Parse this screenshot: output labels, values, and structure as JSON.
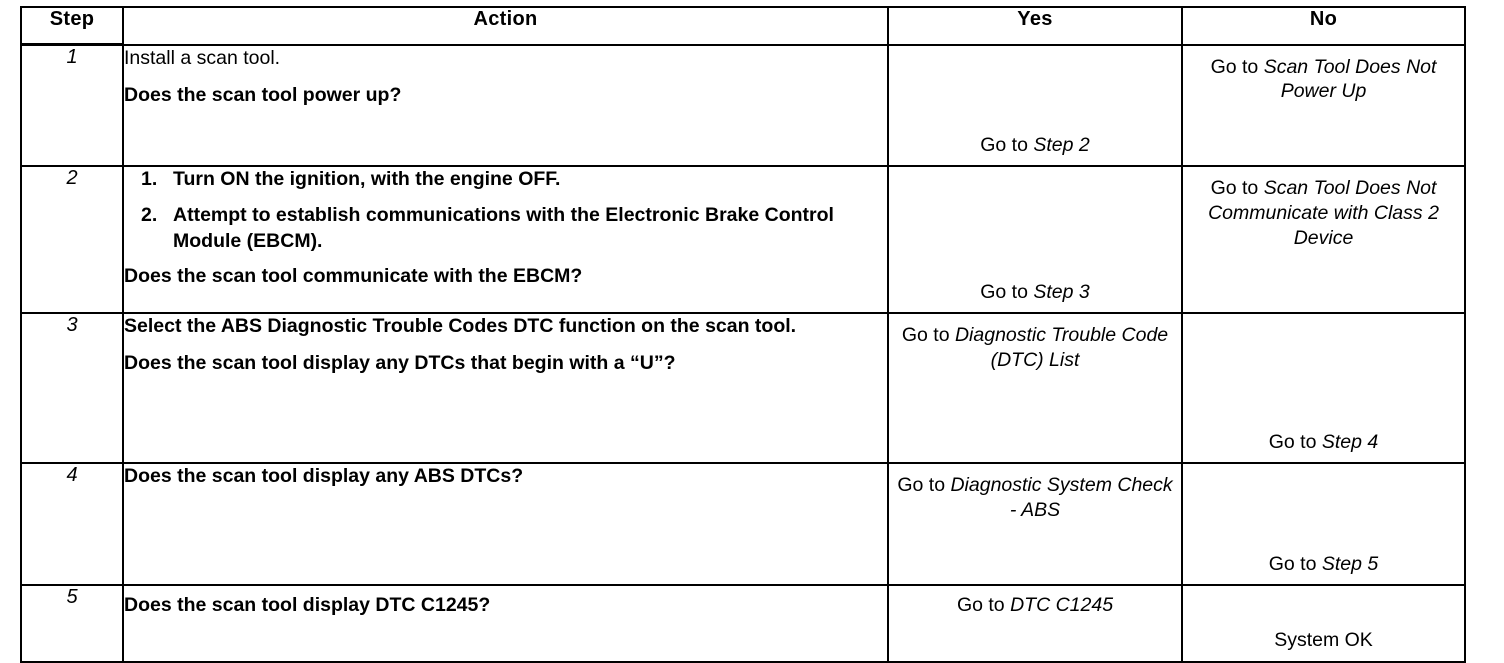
{
  "table": {
    "headers": {
      "step": "Step",
      "action": "Action",
      "yes": "Yes",
      "no": "No"
    },
    "rows": [
      {
        "step": "1",
        "action": {
          "paragraphs": [
            "Install a scan tool.",
            "Does the scan tool power up?"
          ],
          "list": []
        },
        "yes": {
          "top": "",
          "bottom_prefix": "Go to ",
          "bottom_ref": "Step 2"
        },
        "no": {
          "top_prefix": "Go to ",
          "top_ref": "Scan Tool Does Not Power Up",
          "bottom": ""
        }
      },
      {
        "step": "2",
        "action": {
          "list": [
            {
              "num": "1.",
              "text": "Turn ON the ignition, with the engine OFF."
            },
            {
              "num": "2.",
              "text": "Attempt to establish communications with the Electronic Brake Control Module (EBCM)."
            }
          ],
          "paragraphs": [
            "Does the scan tool communicate with the EBCM?"
          ]
        },
        "yes": {
          "top": "",
          "bottom_prefix": "Go to ",
          "bottom_ref": "Step 3"
        },
        "no": {
          "top_prefix": "Go to ",
          "top_ref": "Scan Tool Does Not Communicate with Class 2 Device",
          "bottom": ""
        }
      },
      {
        "step": "3",
        "action": {
          "paragraphs": [
            "Select the ABS Diagnostic Trouble Codes DTC function on the scan tool.",
            "Does the scan tool display any DTCs that begin with a “U”?"
          ],
          "list": []
        },
        "yes": {
          "top_prefix": "Go to ",
          "top_ref": "Diagnostic Trouble Code (DTC) List",
          "bottom": ""
        },
        "no": {
          "top": "",
          "bottom_prefix": "Go to ",
          "bottom_ref": "Step 4"
        }
      },
      {
        "step": "4",
        "action": {
          "paragraphs": [
            "Does the scan tool display any ABS DTCs?"
          ],
          "list": []
        },
        "yes": {
          "top_prefix": "Go to ",
          "top_ref": "Diagnostic System Check - ABS",
          "bottom": ""
        },
        "no": {
          "top": "",
          "bottom_prefix": "Go to ",
          "bottom_ref": "Step 5"
        }
      },
      {
        "step": "5",
        "action": {
          "paragraphs": [
            "Does the scan tool display DTC C1245?"
          ],
          "list": []
        },
        "yes": {
          "top_prefix": "Go to ",
          "top_ref": "DTC C1245",
          "bottom": ""
        },
        "no": {
          "top": "",
          "bottom_prefix": "",
          "bottom_ref": "",
          "bottom_plain": "System OK"
        }
      }
    ]
  },
  "colors": {
    "border": "#000000",
    "text": "#000000",
    "background": "#ffffff"
  }
}
